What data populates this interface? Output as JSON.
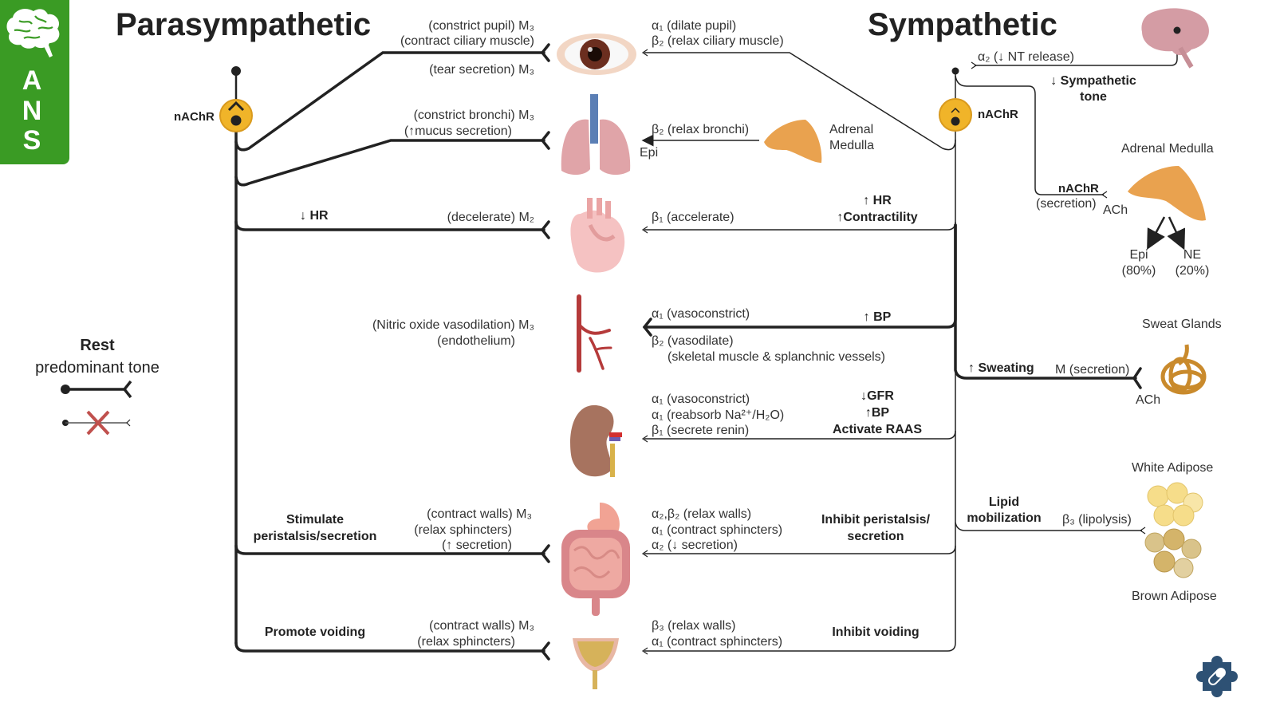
{
  "badge": {
    "icon": "brain-icon",
    "letters": [
      "A",
      "N",
      "S"
    ],
    "color": "#3a9b24"
  },
  "titles": {
    "parasympathetic": "Parasympathetic",
    "sympathetic": "Sympathetic"
  },
  "receptors": {
    "para_ganglion": "nAChR",
    "symp_ganglion": "nAChR"
  },
  "legend": {
    "title": "Rest",
    "subtitle": "predominant tone",
    "active_line": "predominant-tone-line",
    "inactive_line": "non-predominant-line",
    "cross_color": "#c0504d"
  },
  "organs": {
    "eye": {
      "para_line1": "(constrict pupil) M₃",
      "para_line2": "(contract ciliary muscle)",
      "para_line3": "(tear secretion) M₃",
      "symp_line1": "α₁ (dilate pupil)",
      "symp_line2": "β₂ (relax ciliary muscle)"
    },
    "lungs": {
      "para_line1": "(constrict bronchi) M₃",
      "para_line2": "(↑mucus secretion)",
      "symp_line1": "β₂ (relax bronchi)",
      "symp_epi": "Epi",
      "adrenal_label1": "Adrenal",
      "adrenal_label2": "Medulla"
    },
    "heart": {
      "para_effect": "↓ HR",
      "para_line1": "(decelerate) M₂",
      "symp_line1": "β₁ (accelerate)",
      "symp_effect1": "↑ HR",
      "symp_effect2": "↑Contractility"
    },
    "vessels": {
      "para_line1": "(Nitric oxide vasodilation) M₃",
      "para_line2": "(endothelium)",
      "symp_line1": "α₁ (vasoconstrict)",
      "symp_effect": "↑ BP",
      "symp_line2": "β₂ (vasodilate)",
      "symp_line3": "(skeletal muscle & splanchnic vessels)"
    },
    "kidney": {
      "symp_line1": "α₁ (vasoconstrict)",
      "symp_line2": "α₁ (reabsorb Na²⁺/H₂O)",
      "symp_line3": "β₁ (secrete renin)",
      "symp_effect1": "↓GFR",
      "symp_effect2": "↑BP",
      "symp_effect3": "Activate RAAS"
    },
    "gi": {
      "para_effect1": "Stimulate",
      "para_effect2": "peristalsis/secretion",
      "para_line1": "(contract walls) M₃",
      "para_line2": "(relax sphincters)",
      "para_line3": "(↑ secretion)",
      "symp_line1": "α₂,β₂ (relax walls)",
      "symp_line2": "α₁ (contract sphincters)",
      "symp_line3": "α₂ (↓ secretion)",
      "symp_effect1": "Inhibit peristalsis/",
      "symp_effect2": "secretion"
    },
    "bladder": {
      "para_effect": "Promote voiding",
      "para_line1": "(contract walls) M₃",
      "para_line2": "(relax sphincters)",
      "symp_line1": "β₃ (relax walls)",
      "symp_line2": "α₁ (contract sphincters)",
      "symp_effect": "Inhibit voiding"
    }
  },
  "right_side": {
    "brain": {
      "receptor": "α₂ (↓ NT release)",
      "effect1": "↓ Sympathetic",
      "effect2": "tone"
    },
    "adrenal": {
      "title": "Adrenal Medulla",
      "receptor": "nAChR",
      "receptor_note": "(secretion)",
      "nt": "ACh",
      "epi": "Epi",
      "epi_pct": "(80%)",
      "ne": "NE",
      "ne_pct": "(20%)"
    },
    "sweat": {
      "title": "Sweat Glands",
      "effect": "↑ Sweating",
      "receptor": "M (secretion)",
      "nt": "ACh"
    },
    "adipose": {
      "white": "White Adipose",
      "brown": "Brown Adipose",
      "effect1": "Lipid",
      "effect2": "mobilization",
      "receptor": "β₃ (lipolysis)"
    }
  },
  "footer_icon": "puzzle-pill-icon"
}
